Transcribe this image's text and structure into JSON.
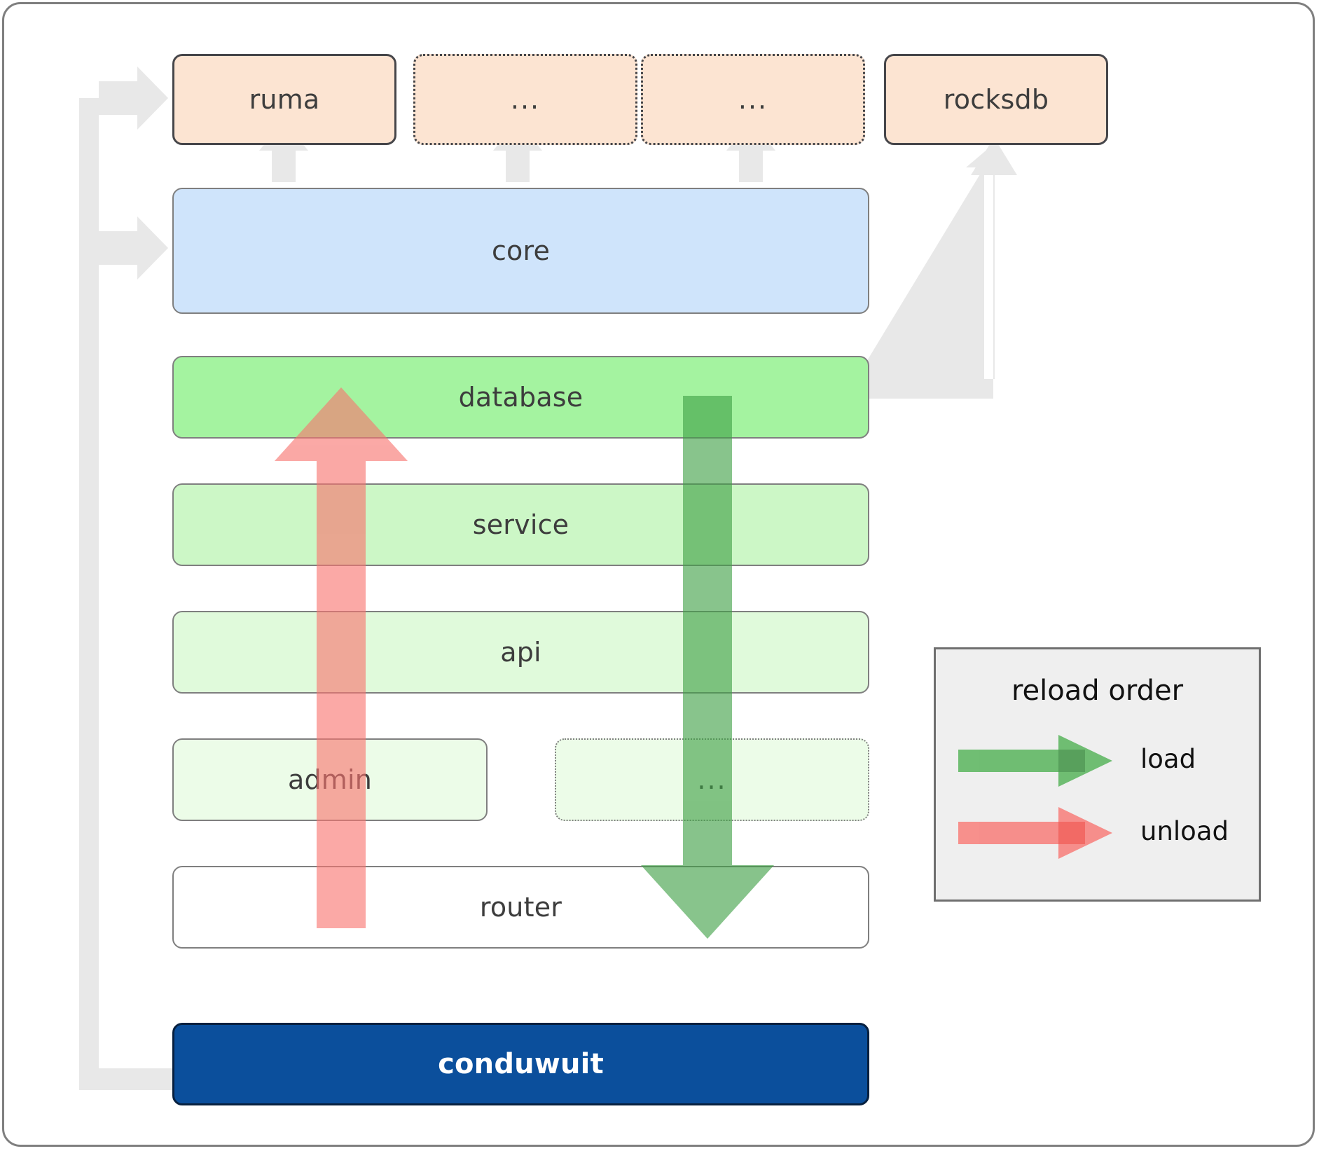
{
  "diagram": {
    "title": "conduwuit crate dependency / reload order diagram",
    "colors": {
      "frame_border": "#7f7f7f",
      "orange_fill": "#fce4d2",
      "orange_border": "#46464a",
      "blue_fill": "#cfe4fb",
      "green_database": "#a4f3a0",
      "green_service": "#ccf7c6",
      "green_api": "#e0fadb",
      "green_admin": "#ecfce8",
      "navy_fill": "#0b4f9c",
      "load_arrow": "#4caf50",
      "unload_arrow": "#f8746f",
      "connector": "#e8e8e8"
    },
    "top_row": [
      {
        "label": "ruma",
        "style": "solid",
        "name": "node-ruma"
      },
      {
        "label": "...",
        "style": "dotted",
        "name": "node-top-ellipsis-1"
      },
      {
        "label": "...",
        "style": "dotted",
        "name": "node-top-ellipsis-2"
      },
      {
        "label": "rocksdb",
        "style": "solid",
        "name": "node-rocksdb"
      }
    ],
    "stack": [
      {
        "label": "core",
        "name": "node-core"
      },
      {
        "label": "database",
        "name": "node-database"
      },
      {
        "label": "service",
        "name": "node-service"
      },
      {
        "label": "api",
        "name": "node-api"
      },
      {
        "label": "admin",
        "name": "node-admin"
      },
      {
        "label": "...",
        "name": "node-admin-ellipsis"
      },
      {
        "label": "router",
        "name": "node-router"
      }
    ],
    "binary": {
      "label": "conduwuit",
      "name": "node-conduwuit"
    },
    "legend": {
      "title": "reload order",
      "entries": [
        {
          "label": "load",
          "color": "#4caf50",
          "direction": "down"
        },
        {
          "label": "unload",
          "color": "#f8746f",
          "direction": "up"
        }
      ]
    }
  }
}
